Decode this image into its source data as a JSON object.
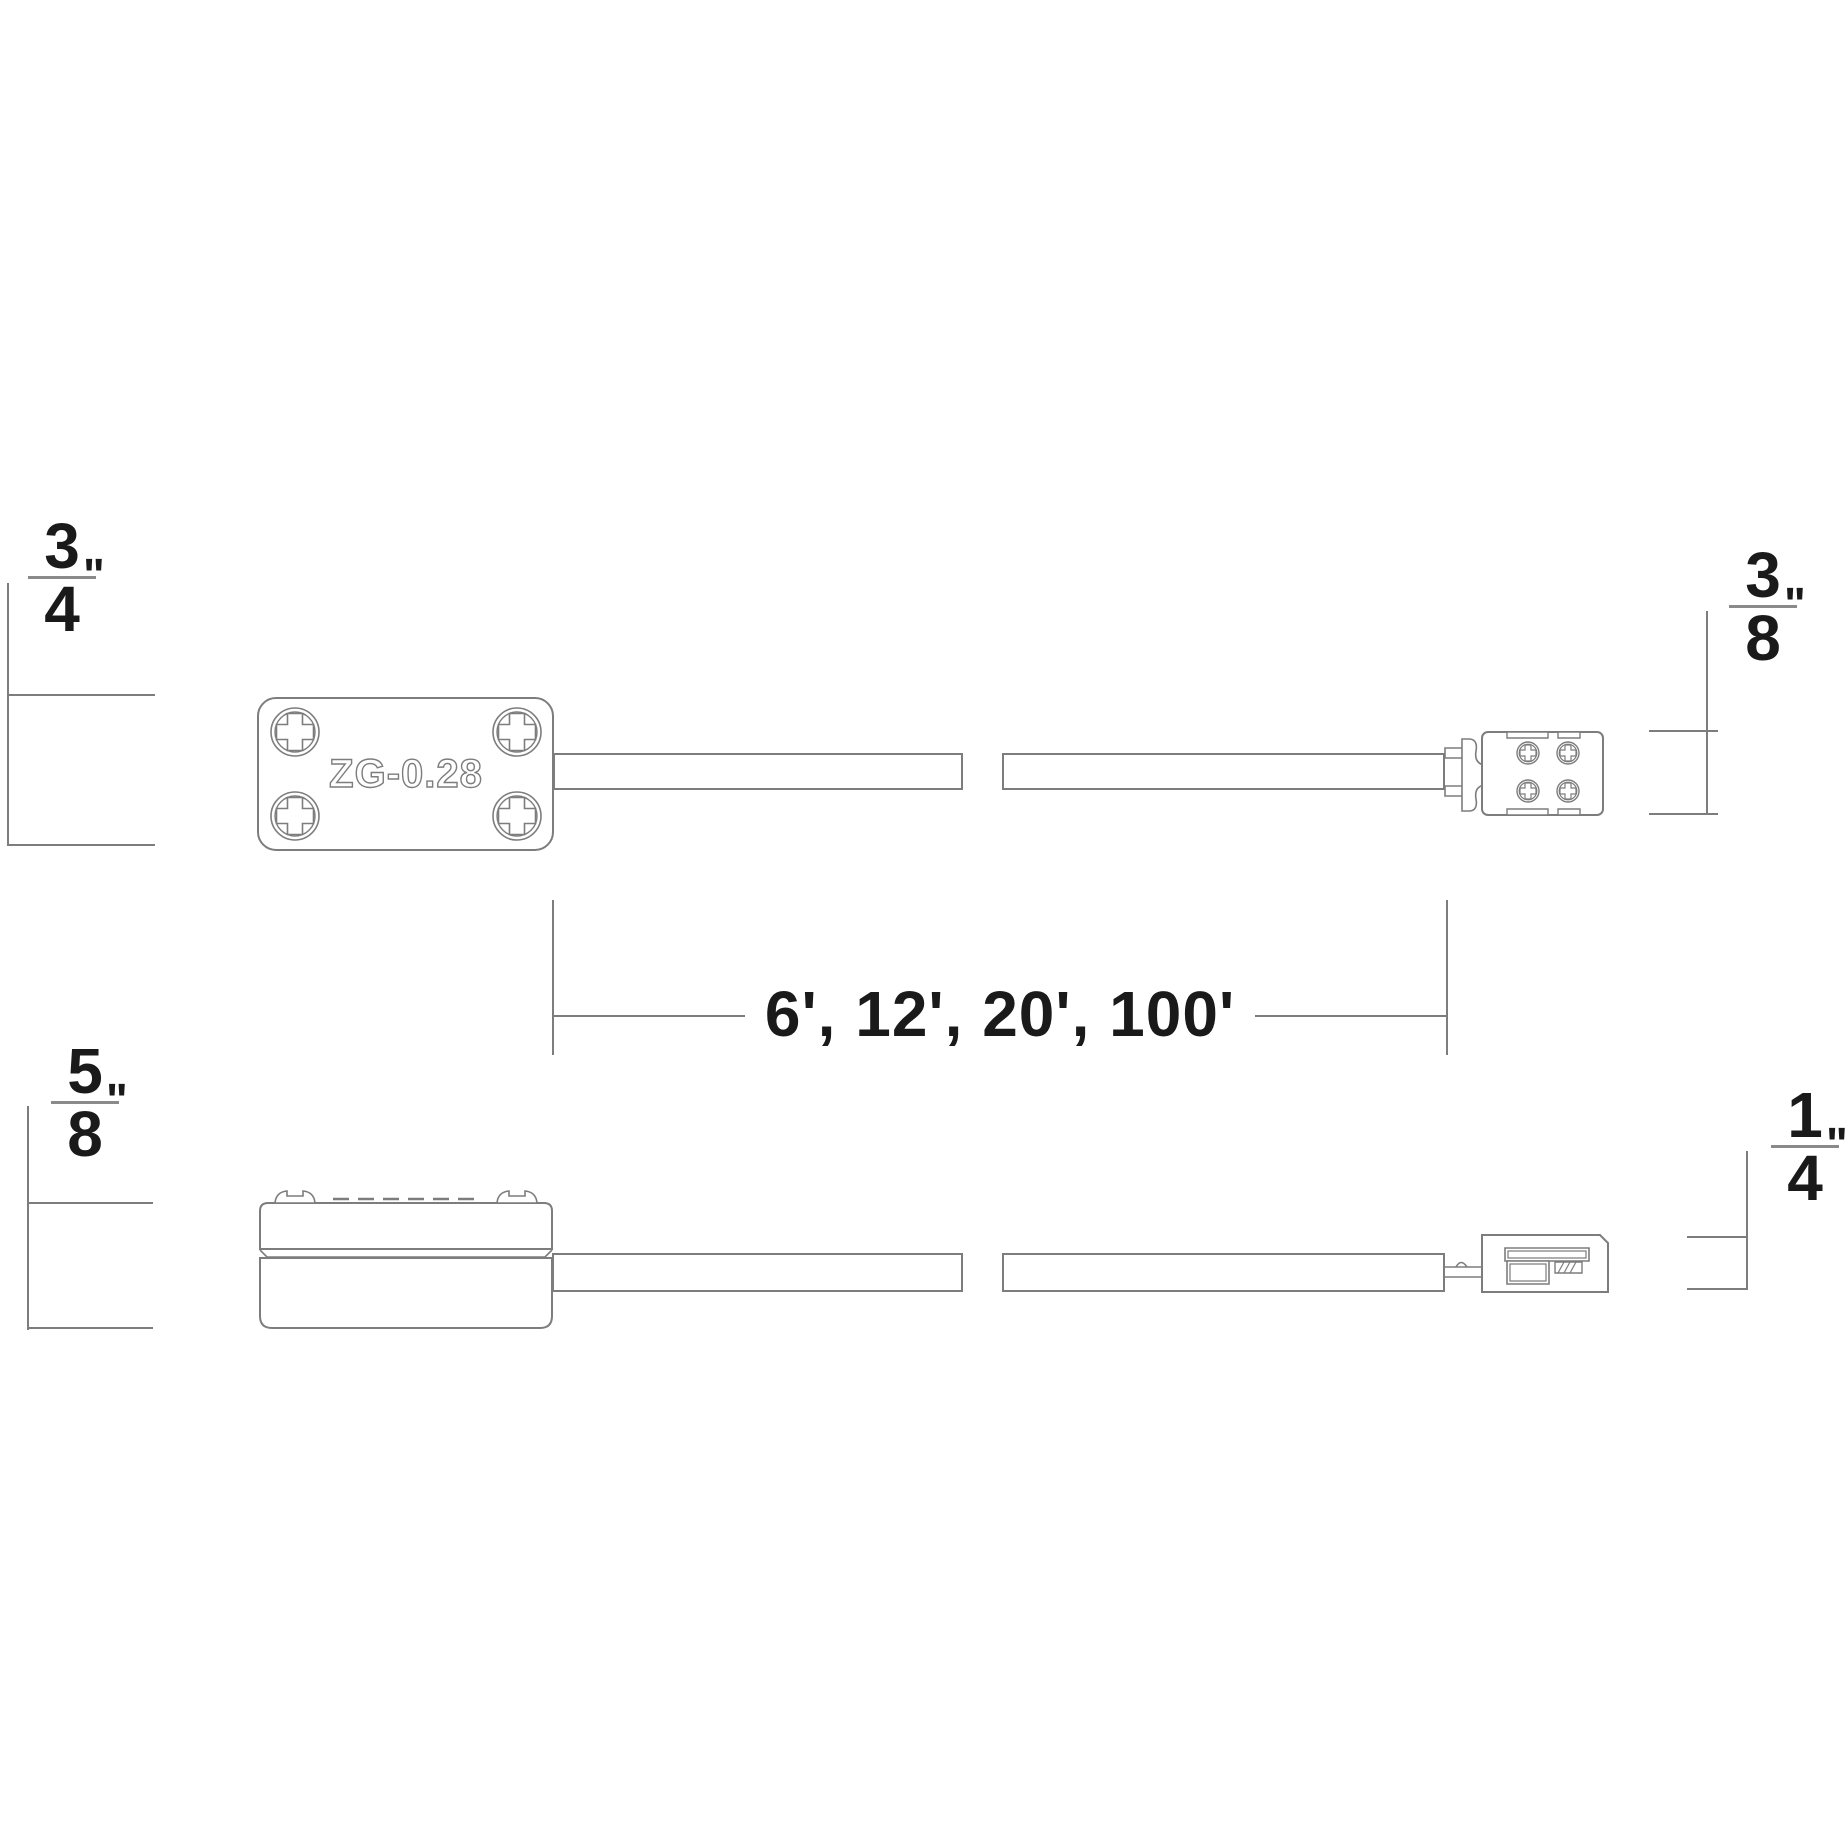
{
  "drawing": {
    "part_label": "ZG-0.28",
    "cable_lengths_label": "6', 12', 20', 100'",
    "dimensions": {
      "top_left": {
        "numerator": "3",
        "denominator": "4",
        "unit": "\""
      },
      "top_right": {
        "numerator": "3",
        "denominator": "8",
        "unit": "\""
      },
      "bottom_left": {
        "numerator": "5",
        "denominator": "8",
        "unit": "\""
      },
      "bottom_right": {
        "numerator": "1",
        "denominator": "4",
        "unit": "\""
      }
    },
    "colors": {
      "line": "#7d7d7d",
      "text": "#1a1a1a",
      "background": "#ffffff"
    }
  }
}
